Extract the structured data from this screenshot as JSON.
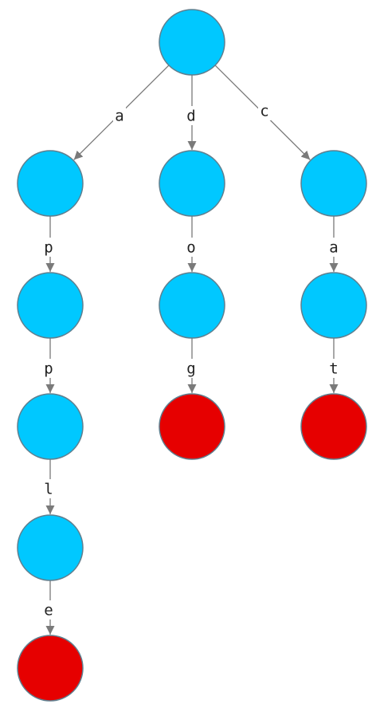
{
  "diagram": {
    "type": "trie",
    "colors": {
      "internal_node": "#00c8ff",
      "terminal_node": "#e60000",
      "edge": "#7a7a7a",
      "label": "#222222"
    },
    "nodes": [
      {
        "id": "root",
        "terminal": false
      },
      {
        "id": "a",
        "terminal": false
      },
      {
        "id": "ap",
        "terminal": false
      },
      {
        "id": "app",
        "terminal": false
      },
      {
        "id": "appl",
        "terminal": false
      },
      {
        "id": "apple",
        "terminal": true
      },
      {
        "id": "d",
        "terminal": false
      },
      {
        "id": "do",
        "terminal": false
      },
      {
        "id": "dog",
        "terminal": true
      },
      {
        "id": "c",
        "terminal": false
      },
      {
        "id": "ca",
        "terminal": false
      },
      {
        "id": "cat",
        "terminal": true
      }
    ],
    "edges": [
      {
        "from": "root",
        "to": "a",
        "label": "a"
      },
      {
        "from": "a",
        "to": "ap",
        "label": "p"
      },
      {
        "from": "ap",
        "to": "app",
        "label": "p"
      },
      {
        "from": "app",
        "to": "appl",
        "label": "l"
      },
      {
        "from": "appl",
        "to": "apple",
        "label": "e"
      },
      {
        "from": "root",
        "to": "d",
        "label": "d"
      },
      {
        "from": "d",
        "to": "do",
        "label": "o"
      },
      {
        "from": "do",
        "to": "dog",
        "label": "g"
      },
      {
        "from": "root",
        "to": "c",
        "label": "c"
      },
      {
        "from": "c",
        "to": "ca",
        "label": "a"
      },
      {
        "from": "ca",
        "to": "cat",
        "label": "t"
      }
    ]
  }
}
